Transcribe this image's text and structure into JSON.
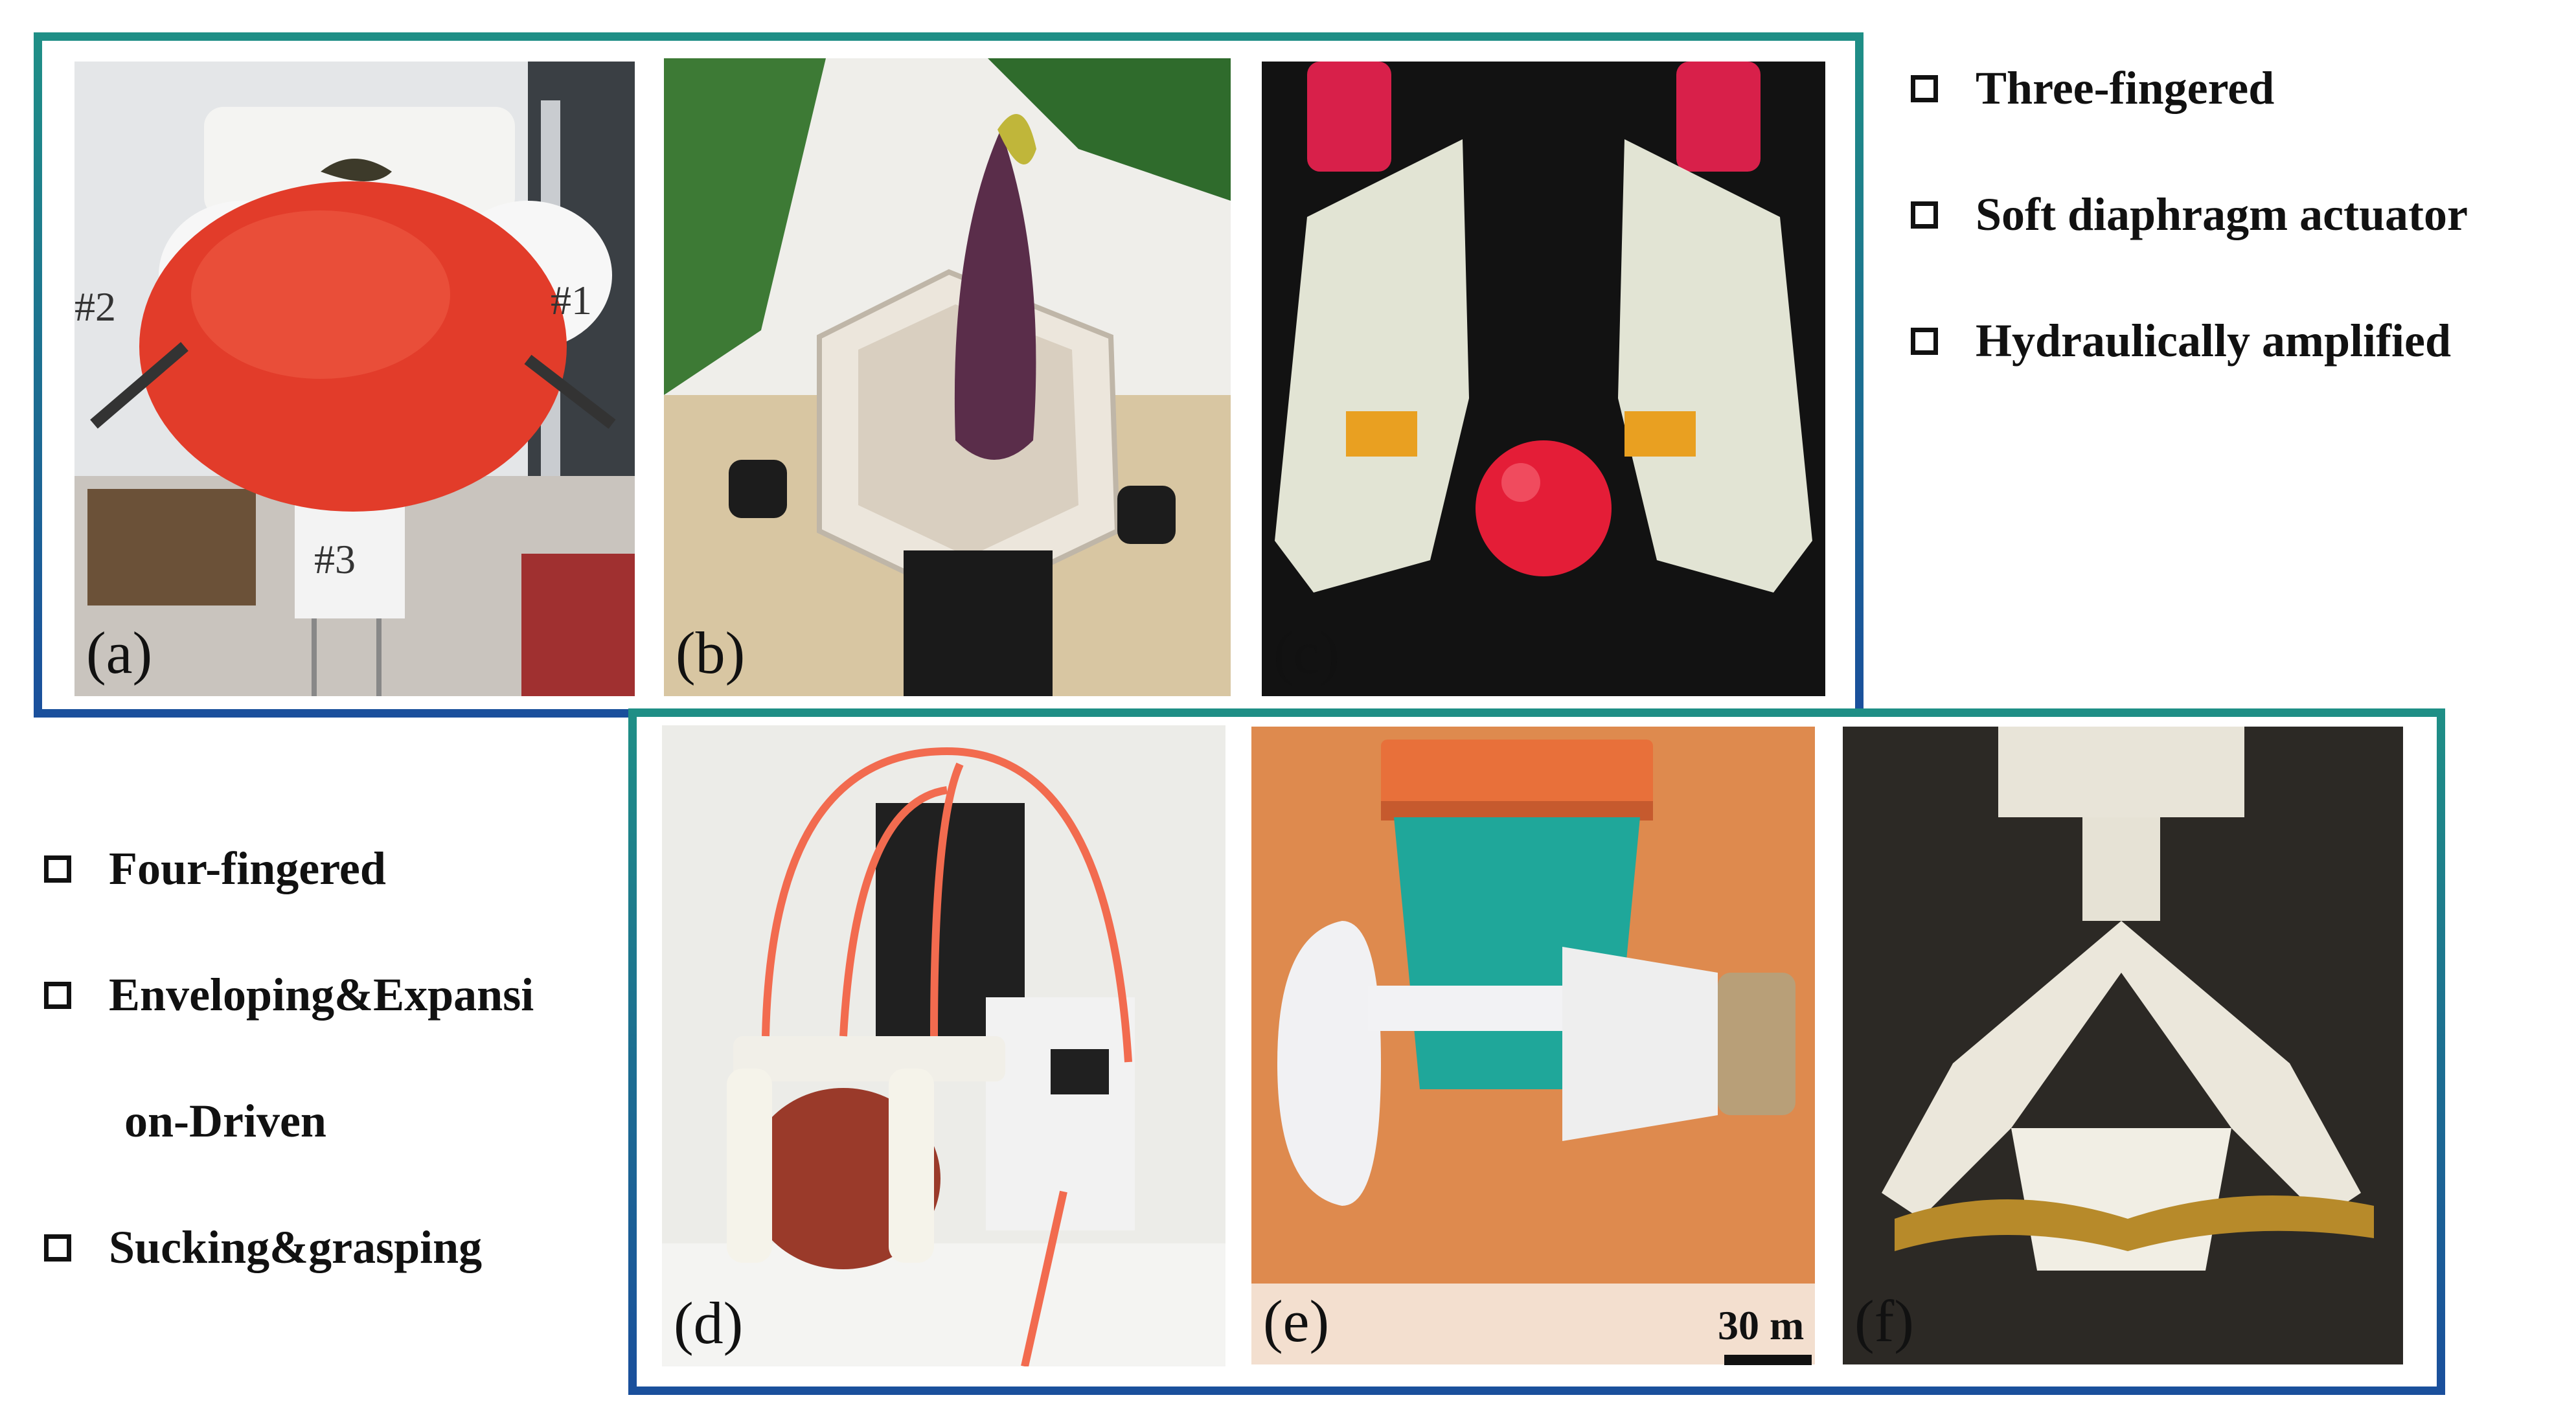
{
  "panels": [
    {
      "id": "a",
      "label": "(a)",
      "annotations": [
        "#2",
        "#1",
        "#3"
      ]
    },
    {
      "id": "b",
      "label": "(b)"
    },
    {
      "id": "c",
      "label": "(c)"
    },
    {
      "id": "d",
      "label": "(d)"
    },
    {
      "id": "e",
      "label": "(e)",
      "scale_label": "30 m"
    },
    {
      "id": "f",
      "label": "(f)"
    }
  ],
  "legend_top": {
    "items": [
      "Three-fingered",
      "Soft diaphragm actuator",
      "Hydraulically amplified"
    ]
  },
  "legend_bottom": {
    "items": [
      "Four-fingered",
      "Enveloping&Expansi",
      "Sucking&grasping"
    ],
    "continuation": "on-Driven"
  },
  "colors": {
    "frame_top": "#1f8f86",
    "frame_bottom": "#1a4f9c"
  }
}
